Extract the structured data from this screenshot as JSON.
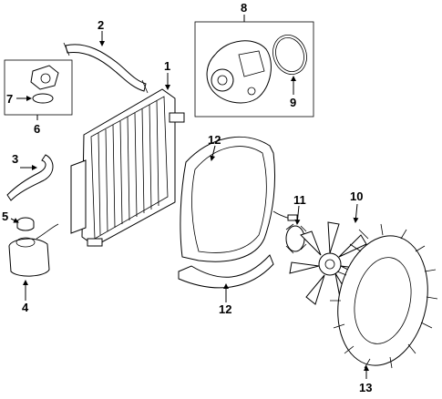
{
  "diagram": {
    "callouts": [
      {
        "id": "1",
        "text": "1"
      },
      {
        "id": "2",
        "text": "2"
      },
      {
        "id": "3",
        "text": "3"
      },
      {
        "id": "4",
        "text": "4"
      },
      {
        "id": "5",
        "text": "5"
      },
      {
        "id": "6",
        "text": "6"
      },
      {
        "id": "7",
        "text": "7"
      },
      {
        "id": "8",
        "text": "8"
      },
      {
        "id": "9",
        "text": "9"
      },
      {
        "id": "10",
        "text": "10"
      },
      {
        "id": "11",
        "text": "11"
      },
      {
        "id": "12a",
        "text": "12"
      },
      {
        "id": "12b",
        "text": "12"
      },
      {
        "id": "13",
        "text": "13"
      }
    ]
  }
}
